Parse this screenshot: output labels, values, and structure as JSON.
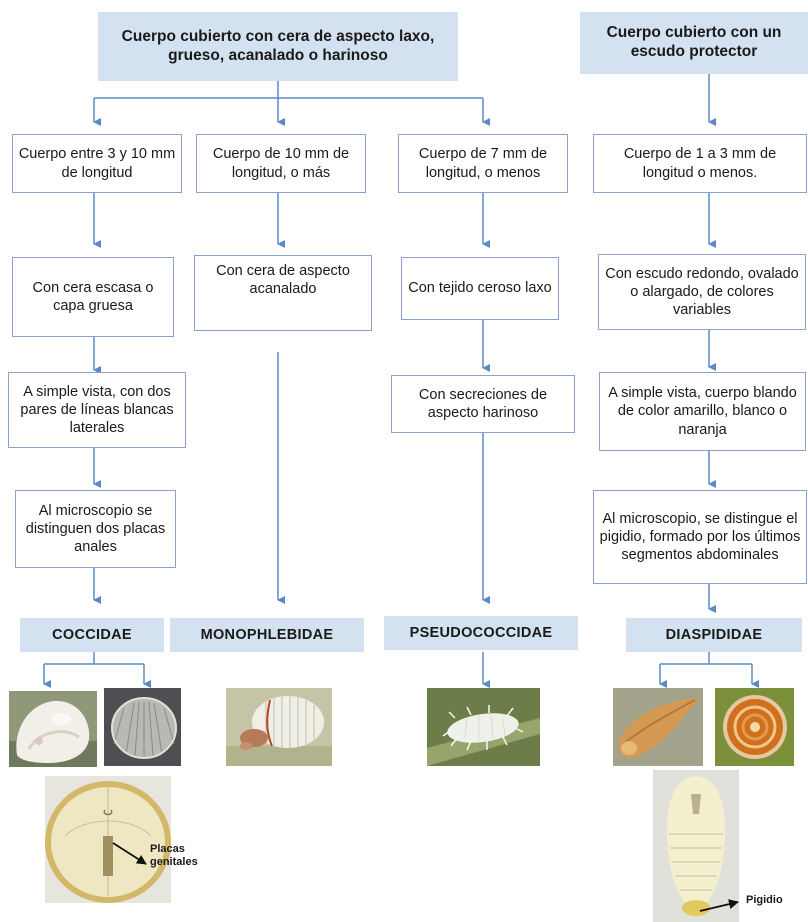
{
  "headers": {
    "wax": "Cuerpo cubierto con cera de aspecto laxo, grueso, acanalado o harinoso",
    "shield": "Cuerpo cubierto con un escudo protector"
  },
  "columns": {
    "coccidae": {
      "size": "Cuerpo entre 3 y 10 mm de longitud",
      "wax": "Con cera escasa o capa gruesa",
      "eye": "A simple vista, con dos pares de líneas blancas laterales",
      "micro": "Al microscopio se distinguen dos placas anales",
      "family": "COCCIDAE",
      "photo_label": "Placas genitales"
    },
    "monophlebidae": {
      "size": "Cuerpo de 10 mm de longitud, o más",
      "wax": "Con cera de aspecto acanalado",
      "family": "MONOPHLEBIDAE"
    },
    "pseudococcidae": {
      "size": "Cuerpo de 7 mm de longitud, o menos",
      "wax": "Con tejido ceroso laxo",
      "secretion": "Con secreciones de aspecto harinoso",
      "family": "PSEUDOCOCCIDAE"
    },
    "diaspididae": {
      "size": "Cuerpo de 1 a 3 mm de longitud o menos.",
      "shield": "Con escudo redondo, ovalado o alargado, de colores variables",
      "eye": "A simple vista, cuerpo blando de color amarillo, blanco o naranja",
      "micro": "Al microscopio, se distingue el pigidio, formado por los últimos segmentos abdominales",
      "family": "DIASPIDIDAE",
      "photo_label": "Pigidio"
    }
  },
  "colors": {
    "header_fill": "#d4e1f1",
    "box_border": "#8ba3c6",
    "arrow": "#5b8ac8"
  }
}
